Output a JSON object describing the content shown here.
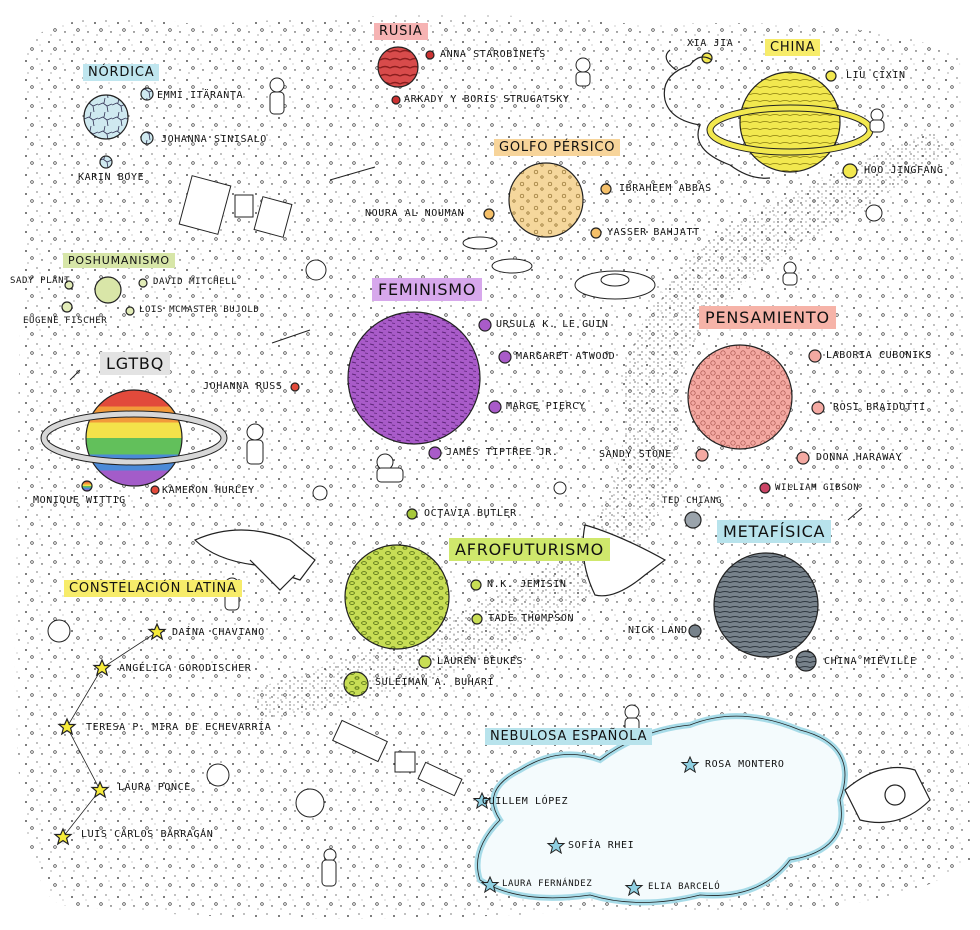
{
  "colors": {
    "nordica": "#bfe6ef",
    "rusia": "#f6b3b3",
    "china": "#f7ec6a",
    "golfo": "#f7d49a",
    "poshumanismo": "#d7e6a8",
    "feminismo": "#d7a8ec",
    "pensamiento": "#f6b3a8",
    "lgtbq": "#e3e3e3",
    "afrofuturismo": "#cfe86c",
    "metafisica": "#b8e3ec",
    "latina": "#f7ec6a",
    "espanola": "#b8e3ec"
  },
  "categories": {
    "nordica": "Nórdica",
    "rusia": "Rusia",
    "china": "China",
    "golfo": "Golfo Pérsico",
    "poshumanismo": "Poshumanismo",
    "feminismo": "Feminismo",
    "pensamiento": "Pensamiento",
    "lgtbq": "LGTBQ",
    "afrofuturismo": "Afrofuturismo",
    "metafisica": "Metafísica",
    "latina": "Constelación latina",
    "espanola": "Nebulosa española"
  },
  "authors": {
    "emmi": "Emmi Itäranta",
    "johanna_s": "Johanna Sinisalo",
    "karin": "Karin Boye",
    "anna": "Anna Starobinets",
    "arkady": "Arkady y Boris Strugatsky",
    "xia": "Xia Jia",
    "liu": "Liu Cixin",
    "hoo": "Hoo Jingfang",
    "ibraheem": "Ibraheem Abbas",
    "noura": "Noura Al Nouman",
    "yasser": "Yasser Bahjatt",
    "sady": "Sady Plant",
    "david": "David Mitchell",
    "lois": "Lois McMaster Bujold",
    "eugene": "Eugene Fischer",
    "ursula": "Ursula K. Le Guin",
    "margaret": "Margaret Atwood",
    "marge": "Marge Piercy",
    "james": "James Tiptree Jr.",
    "laboria": "Laboria Cuboniks",
    "rosi": "Rosi Braidotti",
    "sandy": "Sandy Stone",
    "donna": "Donna Haraway",
    "william": "William Gibson",
    "johanna_r": "Johanna Russ",
    "monique": "Monique Wittig",
    "kameron": "Kameron Hurley",
    "octavia": "Octavia Butler",
    "jemisin": "N.K. Jemisin",
    "tade": "Tade Thompson",
    "lauren": "Lauren Beukes",
    "suleiman": "Suleiman A. Buhari",
    "ted": "Ted Chiang",
    "nick": "Nick Land",
    "china_m": "China Miéville",
    "daina": "Daína Chaviano",
    "angelica": "Angélica Gorodischer",
    "teresa": "Teresa P. Mira de Echevarría",
    "laura_p": "Laura Ponce",
    "luis": "Luis Carlos Barragán",
    "rosa": "Rosa Montero",
    "guillem": "Guillem López",
    "sofia": "Sofía Rhei",
    "laura_f": "Laura Fernández",
    "elia": "Elia Barceló"
  }
}
